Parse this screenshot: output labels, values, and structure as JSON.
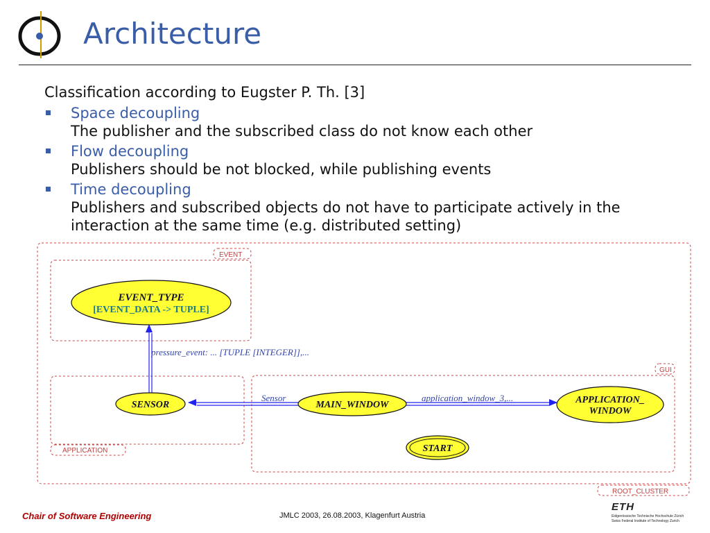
{
  "slide": {
    "title": "Architecture",
    "intro": "Classification according to Eugster P. Th. [3]",
    "bullets": [
      {
        "head": "Space decoupling",
        "desc": "The publisher and the subscribed class do not know each other"
      },
      {
        "head": "Flow decoupling",
        "desc": "Publishers should be not blocked, while publishing events"
      },
      {
        "head": "Time decoupling",
        "desc": "Publishers and subscribed objects do not have to participate actively in the interaction at the same time (e.g. distributed setting)"
      }
    ]
  },
  "diagram": {
    "clusters": {
      "root": "ROOT_CLUSTER",
      "event": "EVENT",
      "application": "APPLICATION",
      "gui": "GUI"
    },
    "nodes": {
      "event_type_line1": "EVENT_TYPE",
      "event_type_line2": "[EVENT_DATA -> TUPLE]",
      "sensor": "SENSOR",
      "main_window": "MAIN_WINDOW",
      "app_window_line1": "APPLICATION_",
      "app_window_line2": "WINDOW",
      "start": "START"
    },
    "edges": {
      "pressure_event": "pressure_event: ... [TUPLE [INTEGER]],...",
      "sensor": "Sensor",
      "application_window": "application_window_3,..."
    },
    "colors": {
      "node_fill": "#ffff33",
      "edge": "#2222ee",
      "cluster": "#d04040",
      "node_text": "#111133",
      "teal_text": "#1a7a8a",
      "edge_label": "#3344aa"
    }
  },
  "footer": {
    "left": "Chair of Software Engineering",
    "center": "JMLC 2003, 26.08.2003, Klagenfurt Austria",
    "eth_word": "ETH",
    "eth_line1": "Eidgenössische Technische Hochschule Zürich",
    "eth_line2": "Swiss Federal Institute of Technology Zurich"
  }
}
